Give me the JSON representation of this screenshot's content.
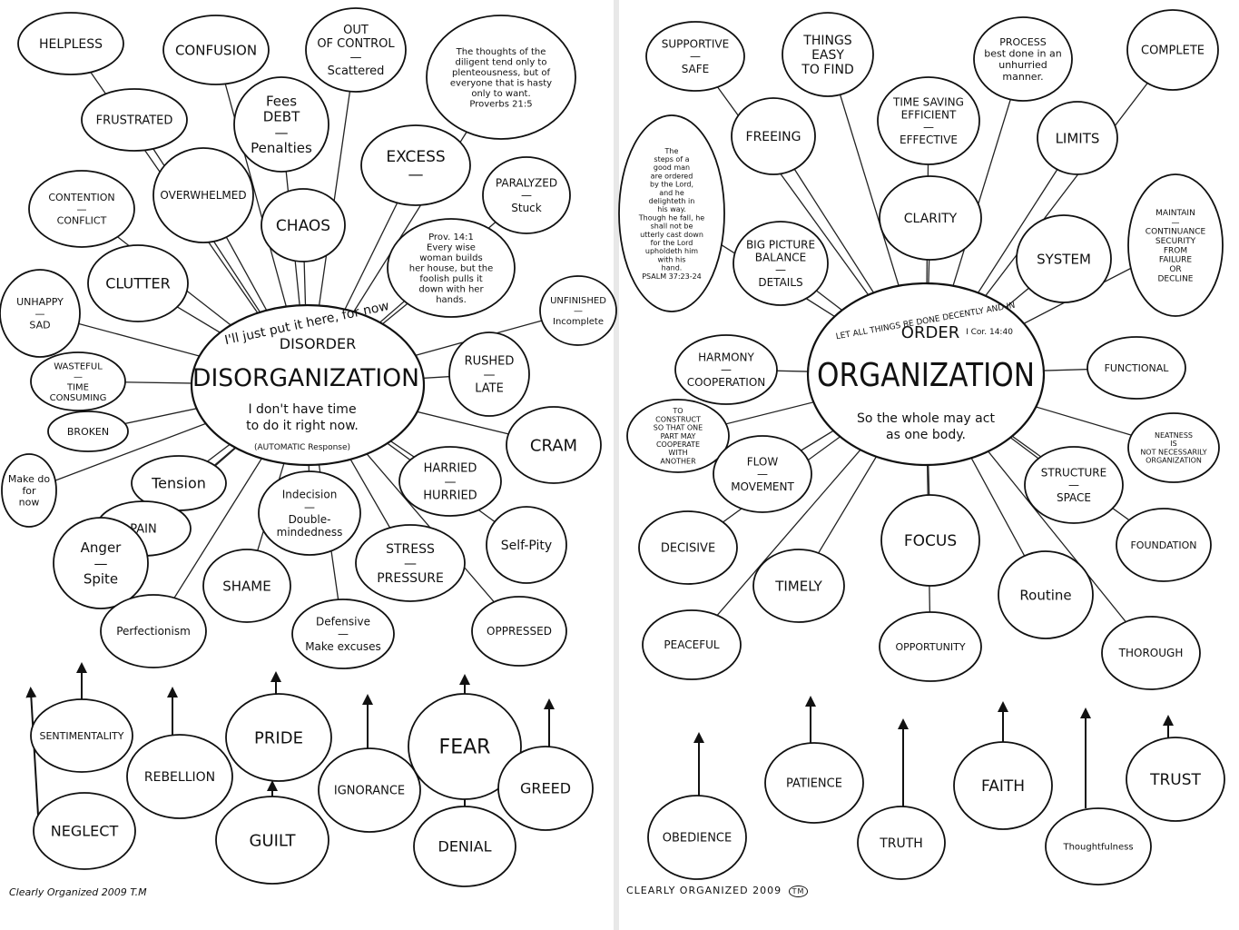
{
  "left": {
    "center": {
      "top_note": "I'll just put it here, for now",
      "subtitle": "DISORDER",
      "title": "DISORGANIZATION",
      "bottom_note_1": "I don't have time",
      "bottom_note_2": "to do it right now.",
      "caption": "(AUTOMATIC Response)"
    },
    "nodes": [
      {
        "id": "helpless",
        "lines": [
          "HELPLESS"
        ]
      },
      {
        "id": "confusion",
        "lines": [
          "CONFUSION"
        ]
      },
      {
        "id": "out-of-control",
        "lines": [
          "OUT",
          "OF CONTROL",
          "—",
          "Scattered"
        ]
      },
      {
        "id": "proverb-diligent",
        "lines": [
          "The thoughts of the",
          "diligent tend only to",
          "plenteousness, but of",
          "everyone that is hasty",
          "only to want.",
          "Proverbs 21:5"
        ]
      },
      {
        "id": "frustrated",
        "lines": [
          "FRUSTRATED"
        ]
      },
      {
        "id": "debt",
        "lines": [
          "Fees",
          "DEBT",
          "—",
          "Penalties"
        ]
      },
      {
        "id": "overwhelmed",
        "lines": [
          "OVERWHELMED"
        ]
      },
      {
        "id": "excess",
        "lines": [
          "EXCESS",
          "—"
        ]
      },
      {
        "id": "paralyzed",
        "lines": [
          "PARALYZED",
          "—",
          "Stuck"
        ]
      },
      {
        "id": "contention",
        "lines": [
          "CONTENTION",
          "—",
          "CONFLICT"
        ]
      },
      {
        "id": "chaos",
        "lines": [
          "CHAOS"
        ]
      },
      {
        "id": "proverb-wise",
        "lines": [
          "Prov. 14:1",
          "Every wise",
          "woman builds",
          "her house, but the",
          "foolish pulls it",
          "down with her",
          "hands."
        ]
      },
      {
        "id": "clutter",
        "lines": [
          "CLUTTER"
        ]
      },
      {
        "id": "unhappy",
        "lines": [
          "UNHAPPY",
          "—",
          "SAD"
        ]
      },
      {
        "id": "unfinished",
        "lines": [
          "UNFINISHED",
          "—",
          "Incomplete"
        ]
      },
      {
        "id": "wasteful",
        "lines": [
          "WASTEFUL",
          "—",
          "TIME",
          "CONSUMING"
        ]
      },
      {
        "id": "broken",
        "lines": [
          "BROKEN"
        ]
      },
      {
        "id": "rushed",
        "lines": [
          "RUSHED",
          "—",
          "LATE"
        ]
      },
      {
        "id": "cram",
        "lines": [
          "CRAM"
        ]
      },
      {
        "id": "make-do",
        "lines": [
          "Make do",
          "for",
          "now"
        ]
      },
      {
        "id": "tension",
        "lines": [
          "Tension"
        ]
      },
      {
        "id": "pain",
        "lines": [
          "PAIN"
        ]
      },
      {
        "id": "indecision",
        "lines": [
          "Indecision",
          "—",
          "Double-",
          "mindedness"
        ]
      },
      {
        "id": "harried",
        "lines": [
          "HARRIED",
          "—",
          "HURRIED"
        ]
      },
      {
        "id": "anger",
        "lines": [
          "Anger",
          "—",
          "Spite"
        ]
      },
      {
        "id": "stress",
        "lines": [
          "STRESS",
          "—",
          "PRESSURE"
        ]
      },
      {
        "id": "self-pity",
        "lines": [
          "Self-Pity"
        ]
      },
      {
        "id": "shame",
        "lines": [
          "SHAME"
        ]
      },
      {
        "id": "perfectionism",
        "lines": [
          "Perfectionism"
        ]
      },
      {
        "id": "defensive",
        "lines": [
          "Defensive",
          "—",
          "Make excuses"
        ]
      },
      {
        "id": "oppressed",
        "lines": [
          "OPPRESSED"
        ]
      }
    ],
    "roots": [
      {
        "id": "sentimentality",
        "lines": [
          "SENTIMENTALITY"
        ]
      },
      {
        "id": "rebellion",
        "lines": [
          "REBELLION"
        ]
      },
      {
        "id": "pride",
        "lines": [
          "PRIDE"
        ]
      },
      {
        "id": "ignorance",
        "lines": [
          "IGNORANCE"
        ]
      },
      {
        "id": "fear",
        "lines": [
          "FEAR"
        ]
      },
      {
        "id": "greed",
        "lines": [
          "GREED"
        ]
      },
      {
        "id": "neglect",
        "lines": [
          "NEGLECT"
        ]
      },
      {
        "id": "guilt",
        "lines": [
          "GUILT"
        ]
      },
      {
        "id": "denial",
        "lines": [
          "DENIAL"
        ]
      }
    ],
    "copyright": "Clearly Organized 2009 T.M"
  },
  "right": {
    "center": {
      "top_note": "LET ALL THINGS BE DONE DECENTLY AND IN",
      "subtitle": "ORDER",
      "ref": "I Cor. 14:40",
      "title": "ORGANIZATION",
      "bottom_note_1": "So the whole may act",
      "bottom_note_2": "as one body."
    },
    "nodes": [
      {
        "id": "supportive",
        "lines": [
          "SUPPORTIVE",
          "—",
          "SAFE"
        ]
      },
      {
        "id": "things-easy",
        "lines": [
          "THINGS",
          "EASY",
          "TO FIND"
        ]
      },
      {
        "id": "process",
        "lines": [
          "PROCESS",
          "best done in an",
          "unhurried",
          "manner."
        ]
      },
      {
        "id": "complete",
        "lines": [
          "COMPLETE"
        ]
      },
      {
        "id": "psalm",
        "lines": [
          "The",
          "steps of a",
          "good man",
          "are ordered",
          "by the Lord,",
          "and he",
          "delighteth in",
          "his way.",
          "Though he fall, he",
          "shall not be",
          "utterly cast down",
          "for the Lord",
          "upholdeth him",
          "with his",
          "hand.",
          "PSALM 37:23-24"
        ]
      },
      {
        "id": "freeing",
        "lines": [
          "FREEING"
        ]
      },
      {
        "id": "efficient",
        "lines": [
          "TIME SAVING",
          "EFFICIENT",
          "—",
          "EFFECTIVE"
        ]
      },
      {
        "id": "limits",
        "lines": [
          "LIMITS"
        ]
      },
      {
        "id": "maintain",
        "lines": [
          "MAINTAIN",
          "—",
          "CONTINUANCE",
          "SECURITY",
          "FROM",
          "FAILURE",
          "OR",
          "DECLINE"
        ]
      },
      {
        "id": "clarity",
        "lines": [
          "CLARITY"
        ]
      },
      {
        "id": "balance",
        "lines": [
          "BIG PICTURE",
          "BALANCE",
          "—",
          "DETAILS"
        ]
      },
      {
        "id": "system",
        "lines": [
          "SYSTEM"
        ]
      },
      {
        "id": "harmony",
        "lines": [
          "HARMONY",
          "—",
          "COOPERATION"
        ]
      },
      {
        "id": "functional",
        "lines": [
          "FUNCTIONAL"
        ]
      },
      {
        "id": "construct",
        "lines": [
          "TO",
          "CONSTRUCT",
          "SO THAT ONE",
          "PART MAY",
          "COOPERATE",
          "WITH",
          "ANOTHER"
        ]
      },
      {
        "id": "neatness",
        "lines": [
          "NEATNESS",
          "IS",
          "NOT NECESSARILY",
          "ORGANIZATION"
        ]
      },
      {
        "id": "flow",
        "lines": [
          "FLOW",
          "—",
          "MOVEMENT"
        ]
      },
      {
        "id": "structure",
        "lines": [
          "STRUCTURE",
          "—",
          "SPACE"
        ]
      },
      {
        "id": "decisive",
        "lines": [
          "DECISIVE"
        ]
      },
      {
        "id": "focus",
        "lines": [
          "FOCUS"
        ]
      },
      {
        "id": "foundation",
        "lines": [
          "FOUNDATION"
        ]
      },
      {
        "id": "timely",
        "lines": [
          "TIMELY"
        ]
      },
      {
        "id": "routine",
        "lines": [
          "Routine"
        ]
      },
      {
        "id": "peaceful",
        "lines": [
          "PEACEFUL"
        ]
      },
      {
        "id": "opportunity",
        "lines": [
          "OPPORTUNITY"
        ]
      },
      {
        "id": "thorough",
        "lines": [
          "THOROUGH"
        ]
      }
    ],
    "roots": [
      {
        "id": "obedience",
        "lines": [
          "OBEDIENCE"
        ]
      },
      {
        "id": "patience",
        "lines": [
          "PATIENCE"
        ]
      },
      {
        "id": "truth",
        "lines": [
          "TRUTH"
        ]
      },
      {
        "id": "faith",
        "lines": [
          "FAITH"
        ]
      },
      {
        "id": "thoughtfulness",
        "lines": [
          "Thoughtfulness"
        ]
      },
      {
        "id": "trust",
        "lines": [
          "TRUST"
        ]
      }
    ],
    "copyright": "CLEARLY ORGANIZED 2009",
    "tm": "TM"
  }
}
